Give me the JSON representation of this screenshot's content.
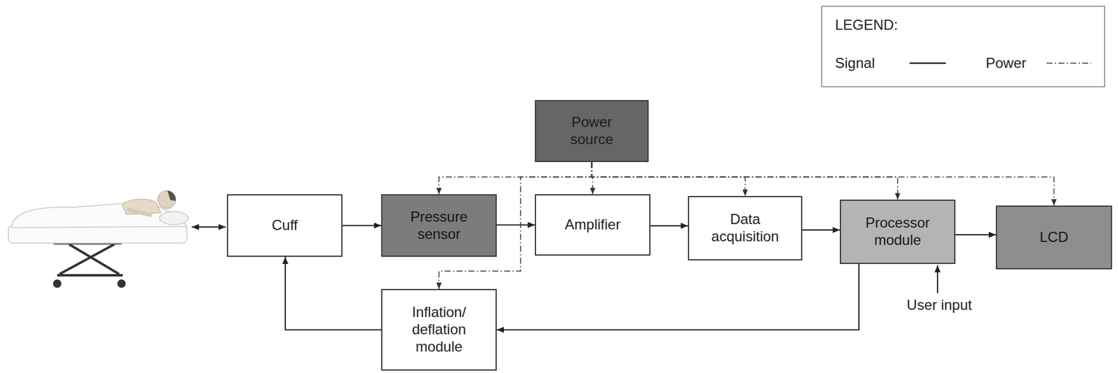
{
  "diagram": {
    "nodes": [
      {
        "text": [
          "Power source"
        ]
      },
      {
        "text": [
          "Cuff"
        ]
      },
      {
        "text": [
          "Pressure sensor"
        ]
      },
      {
        "text": [
          "Amplifier"
        ]
      },
      {
        "text": [
          "Data acquisition"
        ]
      },
      {
        "text": [
          "Processor module"
        ]
      },
      {
        "text": [
          "LCD"
        ]
      },
      {
        "text": [
          "Inflation/ deflation module"
        ]
      }
    ],
    "edges": [
      {
        "from": 1,
        "to": 2,
        "arrow": "to"
      },
      {
        "from": 2,
        "to": 3,
        "arrow": "to"
      },
      {
        "from": 3,
        "to": 4,
        "arrow": "to"
      },
      {
        "from": 4,
        "to": 5,
        "arrow": "to"
      },
      {
        "from": 5,
        "to": 6,
        "arrow": "to"
      },
      {
        "from": 5,
        "to": 7,
        "arrow": "to"
      },
      {
        "from": 7,
        "to": 1,
        "arrow": "to"
      },
      {
        "from": 0,
        "to": 2,
        "arrow": "to"
      },
      {
        "from": 0,
        "to": 3,
        "arrow": "to"
      },
      {
        "from": 0,
        "to": 4,
        "arrow": "to"
      },
      {
        "from": 0,
        "to": 5,
        "arrow": "to"
      },
      {
        "from": 0,
        "to": 6,
        "arrow": "to"
      },
      {
        "from": 0,
        "to": 7,
        "arrow": "to"
      }
    ],
    "labels": [
      "LEGEND:",
      "User input"
    ],
    "legend": [
      {
        "text": "Signal"
      },
      {
        "text": "Power"
      }
    ]
  }
}
